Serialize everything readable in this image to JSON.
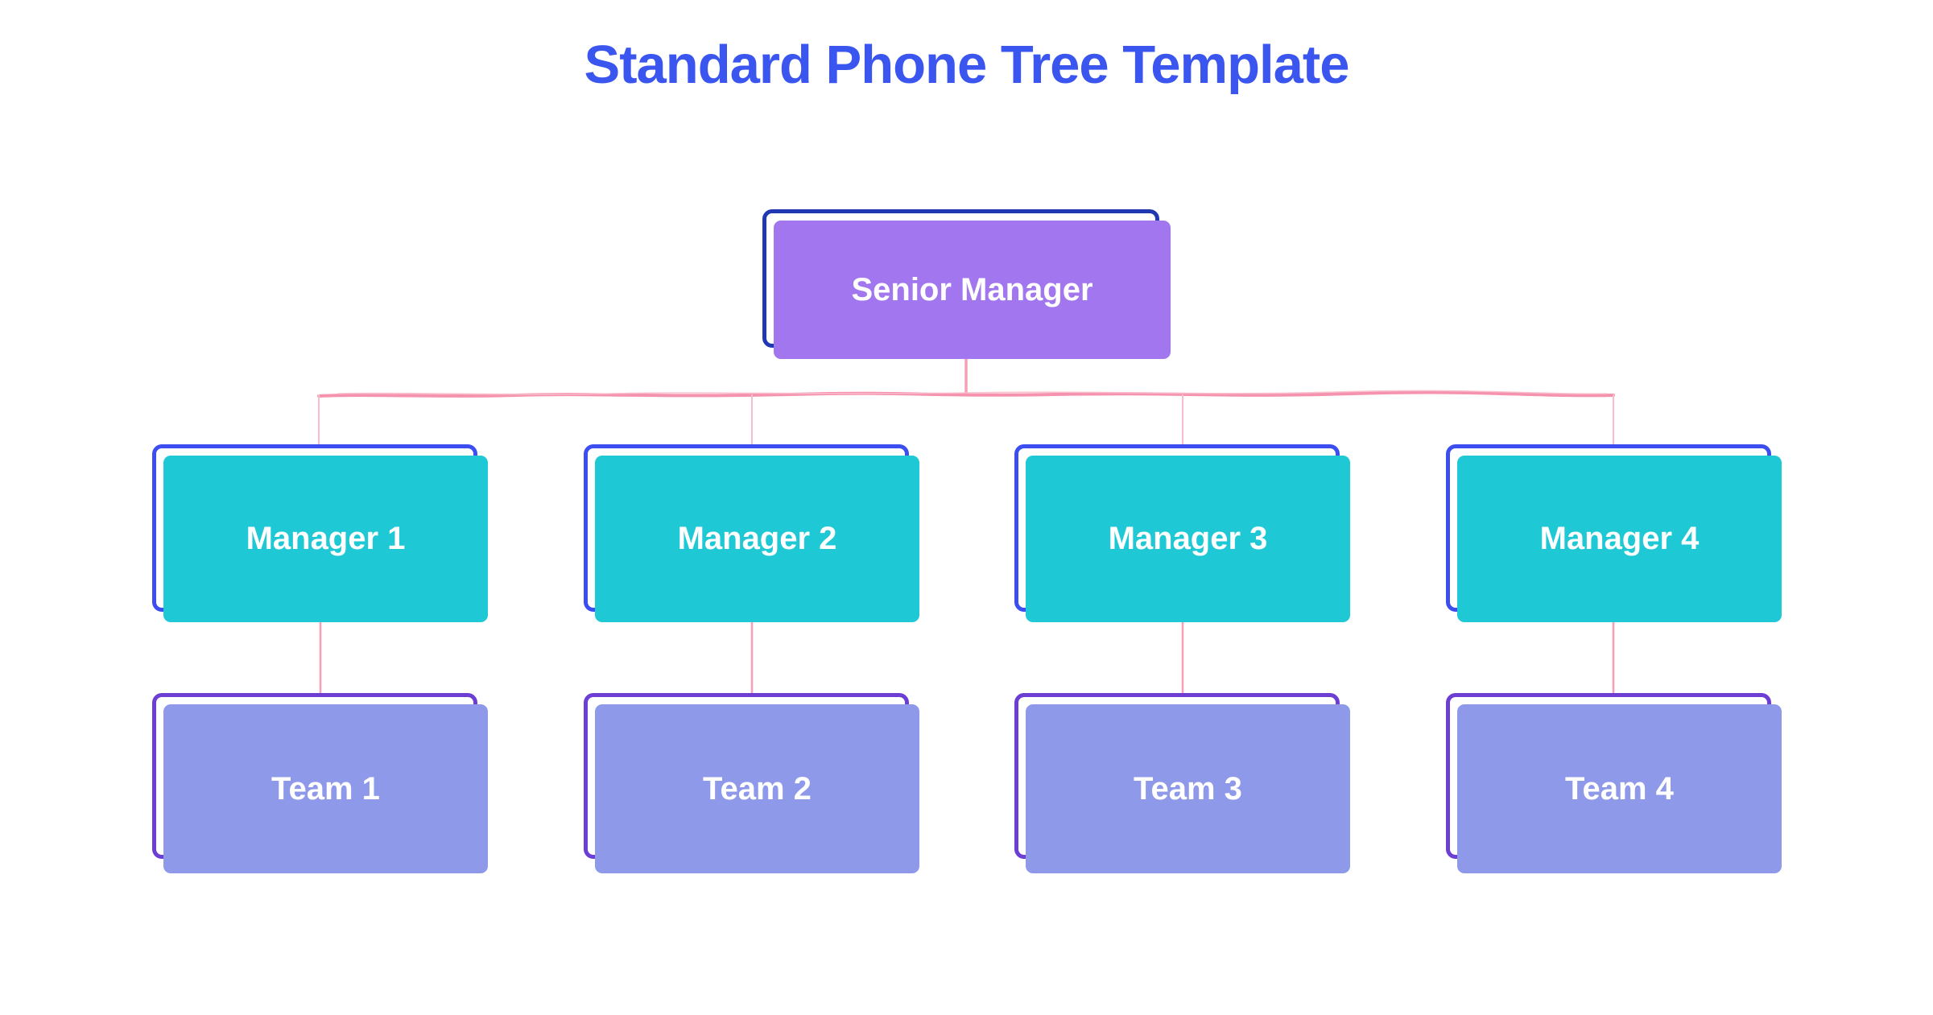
{
  "title": "Standard Phone Tree Template",
  "colors": {
    "background": "#ffffff",
    "title": "#3a56ef",
    "label_text": "#ffffff",
    "senior_fill": "#a176ee",
    "senior_outline": "#2039b2",
    "manager_fill": "#1fc8d5",
    "manager_outline": "#3c4ef0",
    "team_fill": "#8f99ea",
    "team_outline": "#6c3ed3",
    "connector": "#f592ad",
    "connector_mid": "#f79fb4",
    "connector_light": "#f9bcca"
  },
  "nodes": {
    "senior": {
      "label": "Senior Manager"
    },
    "managers": [
      {
        "label": "Manager 1"
      },
      {
        "label": "Manager 2"
      },
      {
        "label": "Manager 3"
      },
      {
        "label": "Manager 4"
      }
    ],
    "teams": [
      {
        "label": "Team 1"
      },
      {
        "label": "Team 2"
      },
      {
        "label": "Team 3"
      },
      {
        "label": "Team 4"
      }
    ]
  }
}
